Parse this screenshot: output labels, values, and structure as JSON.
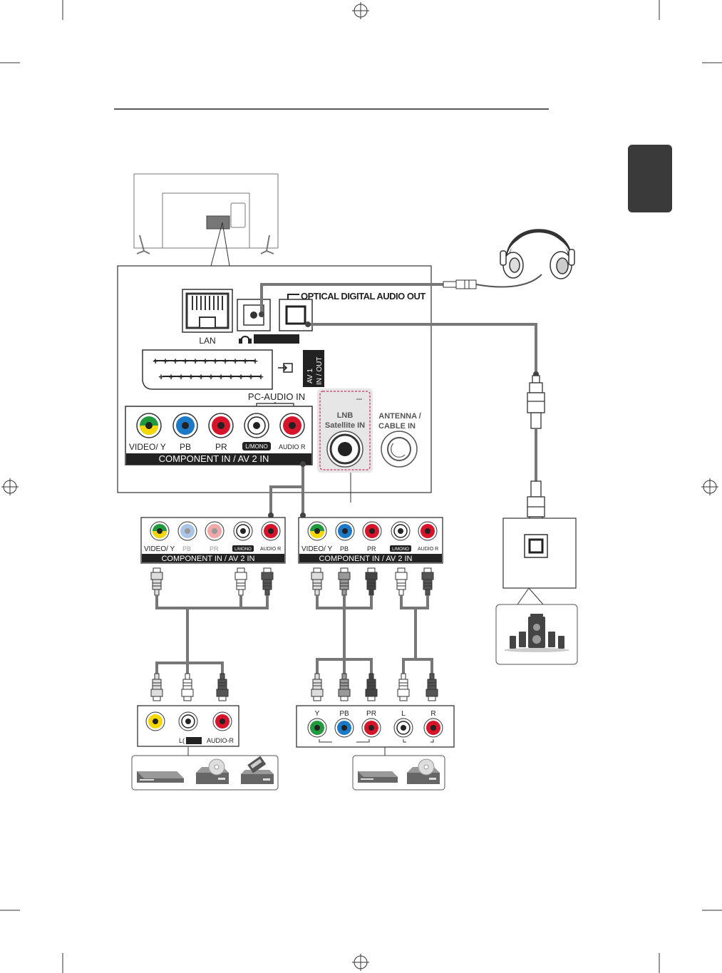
{
  "labels": {
    "lan": "LAN",
    "optical": "OPTICAL DIGITAL AUDIO OUT",
    "av1": "AV 1",
    "in_out": "IN / OUT",
    "pc_audio": "PC-AUDIO IN",
    "video_y": "VIDEO/ Y",
    "pb": "PB",
    "pr": "PR",
    "l_mono": "L/MONO",
    "audio_r": "AUDIO R",
    "component_av2": "COMPONENT IN / AV 2 IN",
    "lnb": "LNB",
    "satellite_in": "Satellite IN",
    "antenna": "ANTENNA /",
    "cable_in": "CABLE IN",
    "comp_y": "Y",
    "comp_pb": "PB",
    "comp_pr": "PR",
    "comp_l": "L",
    "comp_r": "R",
    "av_l": "L(",
    "av_audio_r": "AUDIO-R"
  },
  "colors": {
    "yellow": "#f5d800",
    "green": "#1f9a3c",
    "blue": "#1b79c8",
    "red": "#d8142a",
    "white": "#ffffff",
    "cable": "#777777",
    "panel_dark": "#2a2a2a",
    "lnb_border": "#d0306a"
  }
}
